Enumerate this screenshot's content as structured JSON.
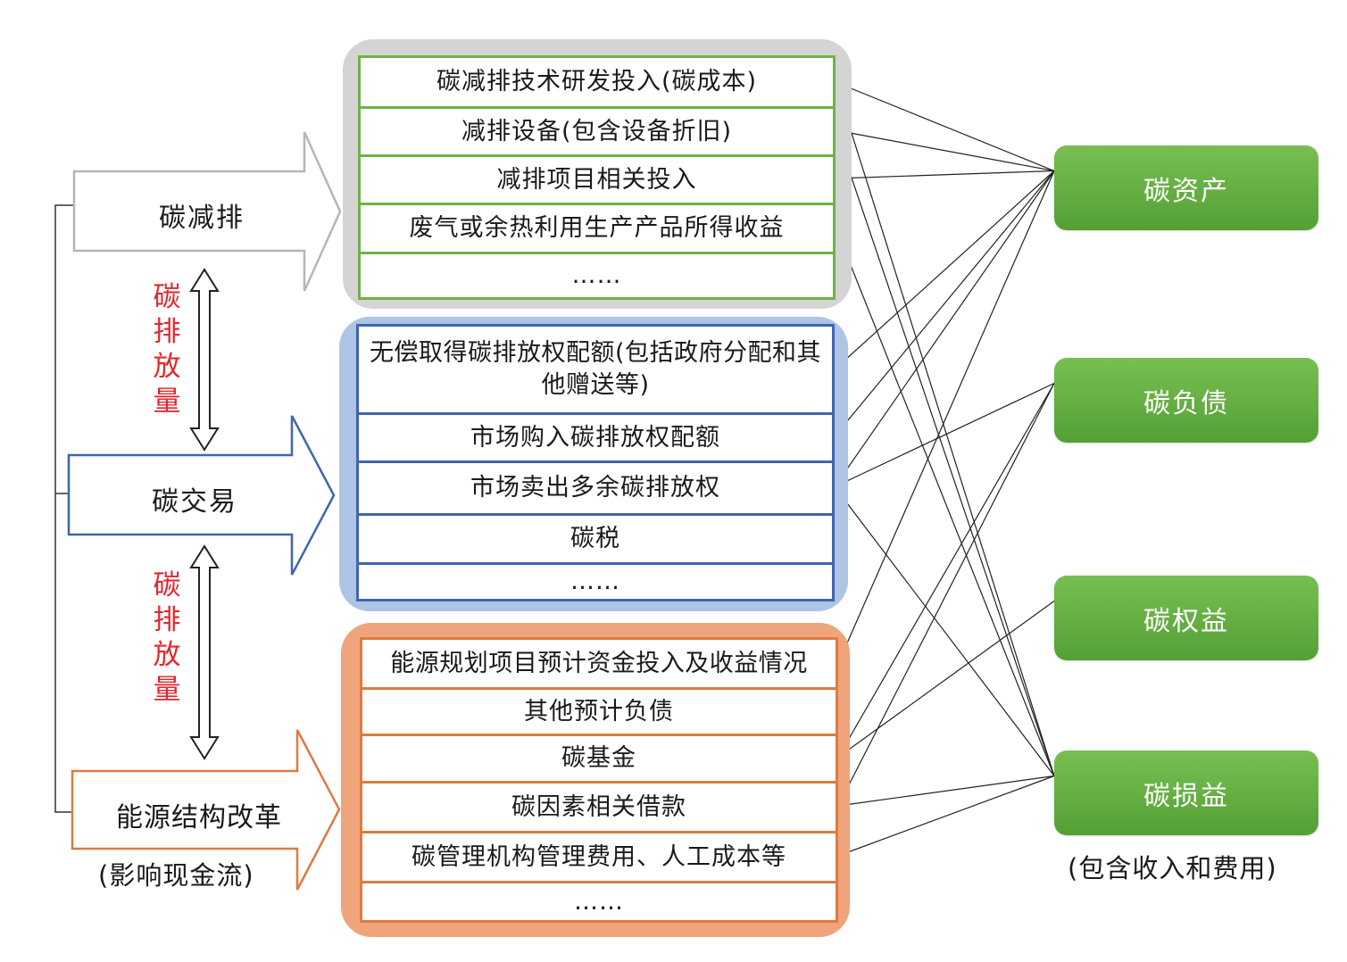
{
  "left": {
    "carbon_reduction": "碳减排",
    "carbon_trading": "碳交易",
    "energy_reform": "能源结构改革",
    "cashflow_note": "(影响现金流)",
    "emission_label_top": [
      "碳",
      "排",
      "放",
      "量"
    ],
    "emission_label_bottom": [
      "碳",
      "排",
      "放",
      "量"
    ]
  },
  "groups": {
    "reduction": [
      "碳减排技术研发投入(碳成本)",
      "减排设备(包含设备折旧)",
      "减排项目相关投入",
      "废气或余热利用生产产品所得收益",
      "……"
    ],
    "trading": [
      "无偿取得碳排放权配额(包括政府分配和其他赠送等)",
      "市场购入碳排放权配额",
      "市场卖出多余碳排放权",
      "碳税",
      "……"
    ],
    "energy": [
      "能源规划项目预计资金投入及收益情况",
      "其他预计负债",
      "碳基金",
      "碳因素相关借款",
      "碳管理机构管理费用、人工成本等",
      "……"
    ]
  },
  "results": {
    "asset": "碳资产",
    "liability": "碳负债",
    "equity": "碳权益",
    "profit_loss": "碳损益",
    "profit_loss_note": "(包含收入和费用)"
  },
  "colors": {
    "reduction_border": "#6fb345",
    "trading_border": "#3f65ad",
    "energy_border": "#df7a3f",
    "result_green": "#5dab3d",
    "emission_red": "#e2262d"
  },
  "links": [
    [
      "reduction.0",
      "asset"
    ],
    [
      "reduction.0",
      "profit_loss"
    ],
    [
      "reduction.1",
      "asset"
    ],
    [
      "reduction.1",
      "profit_loss"
    ],
    [
      "reduction.2",
      "asset"
    ],
    [
      "reduction.3",
      "profit_loss"
    ],
    [
      "trading.0",
      "asset"
    ],
    [
      "trading.1",
      "asset"
    ],
    [
      "trading.2",
      "asset"
    ],
    [
      "trading.2",
      "liability"
    ],
    [
      "trading.2",
      "profit_loss"
    ],
    [
      "energy.0",
      "asset"
    ],
    [
      "energy.2",
      "liability"
    ],
    [
      "energy.2",
      "equity"
    ],
    [
      "energy.3",
      "liability"
    ],
    [
      "energy.3",
      "profit_loss"
    ],
    [
      "energy.4",
      "profit_loss"
    ]
  ]
}
